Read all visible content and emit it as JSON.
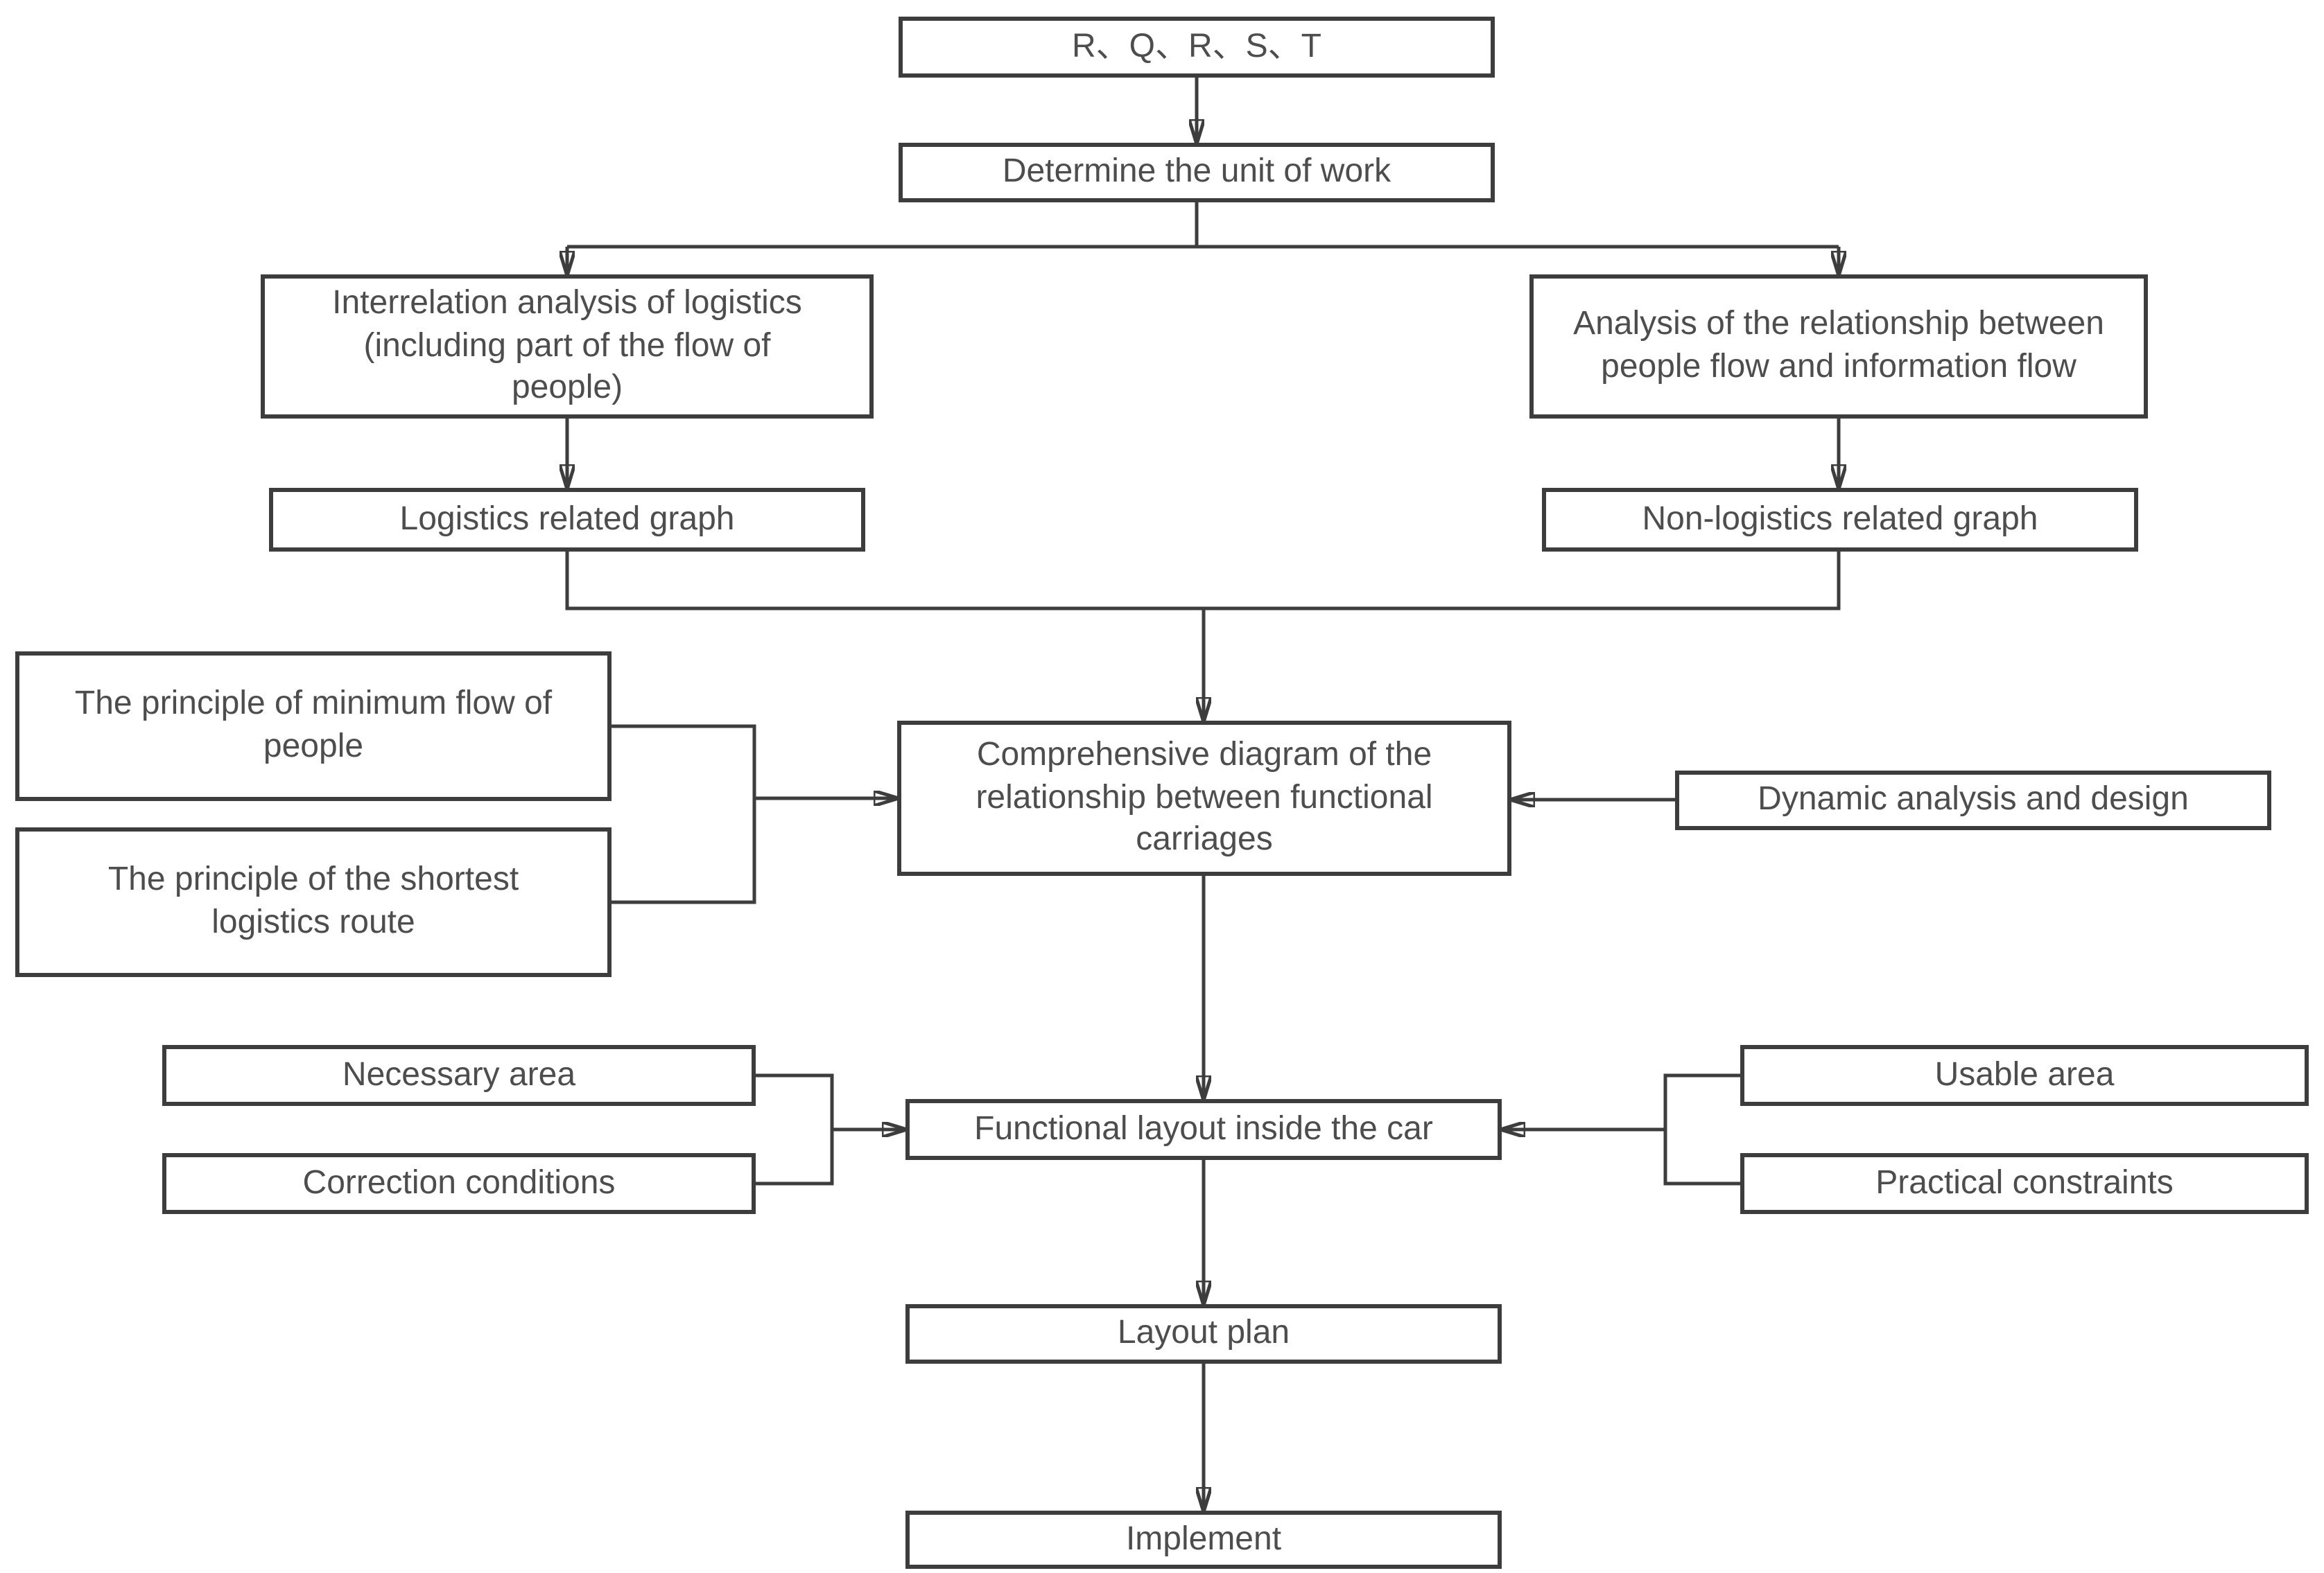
{
  "diagram": {
    "type": "flowchart",
    "colors": {
      "line": "#3d3d3d",
      "text": "#4d4d4d",
      "background": "#ffffff",
      "node_fill": "#ffffff"
    },
    "nodes": {
      "inputs": {
        "label": "R、Q、R、S、T"
      },
      "determine": {
        "label": "Determine the unit of work"
      },
      "logistics_analysis": {
        "label": "Interrelation analysis of logistics (including part of the flow of people)"
      },
      "people_info_analysis": {
        "label": "Analysis of the relationship between people flow and information flow"
      },
      "logistics_graph": {
        "label": "Logistics related graph"
      },
      "non_logistics_graph": {
        "label": "Non-logistics related graph"
      },
      "min_people_flow": {
        "label": "The principle of minimum flow of people"
      },
      "shortest_route": {
        "label": "The principle of the shortest logistics route"
      },
      "comprehensive": {
        "label": "Comprehensive diagram of the relationship between functional carriages"
      },
      "dynamic_analysis": {
        "label": "Dynamic analysis and design"
      },
      "necessary_area": {
        "label": "Necessary area"
      },
      "correction_conditions": {
        "label": "Correction conditions"
      },
      "functional_layout": {
        "label": "Functional layout inside the car"
      },
      "usable_area": {
        "label": "Usable area"
      },
      "practical_constraints": {
        "label": "Practical constraints"
      },
      "layout_plan": {
        "label": "Layout plan"
      },
      "implement": {
        "label": "Implement"
      }
    },
    "edges": [
      "inputs -> determine",
      "determine -> logistics_analysis",
      "determine -> people_info_analysis",
      "logistics_analysis -> logistics_graph",
      "people_info_analysis -> non_logistics_graph",
      "logistics_graph + non_logistics_graph -> comprehensive",
      "min_people_flow + shortest_route -> comprehensive",
      "dynamic_analysis -> comprehensive",
      "comprehensive -> functional_layout",
      "necessary_area + correction_conditions -> functional_layout",
      "usable_area + practical_constraints -> functional_layout",
      "functional_layout -> layout_plan",
      "layout_plan -> implement"
    ]
  }
}
